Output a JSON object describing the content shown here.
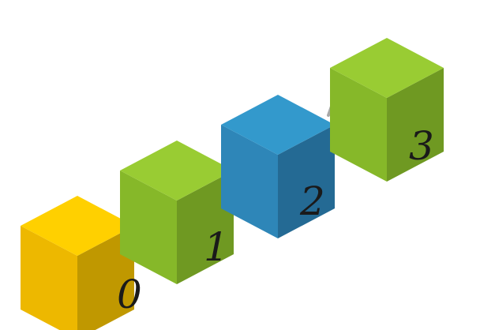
{
  "connector": {
    "color": "#a8a8a8"
  },
  "cubes": [
    {
      "index_label": "0",
      "color_name": "yellow",
      "top": "#ffd000",
      "left": "#edb800",
      "right": "#c09800"
    },
    {
      "index_label": "1",
      "color_name": "green",
      "top": "#99cc33",
      "left": "#86b829",
      "right": "#6f9922"
    },
    {
      "index_label": "2",
      "color_name": "blue",
      "top": "#3399cc",
      "left": "#2e86b8",
      "right": "#246a94"
    },
    {
      "index_label": "3",
      "color_name": "green",
      "top": "#99cc33",
      "left": "#86b829",
      "right": "#6f9922"
    }
  ]
}
